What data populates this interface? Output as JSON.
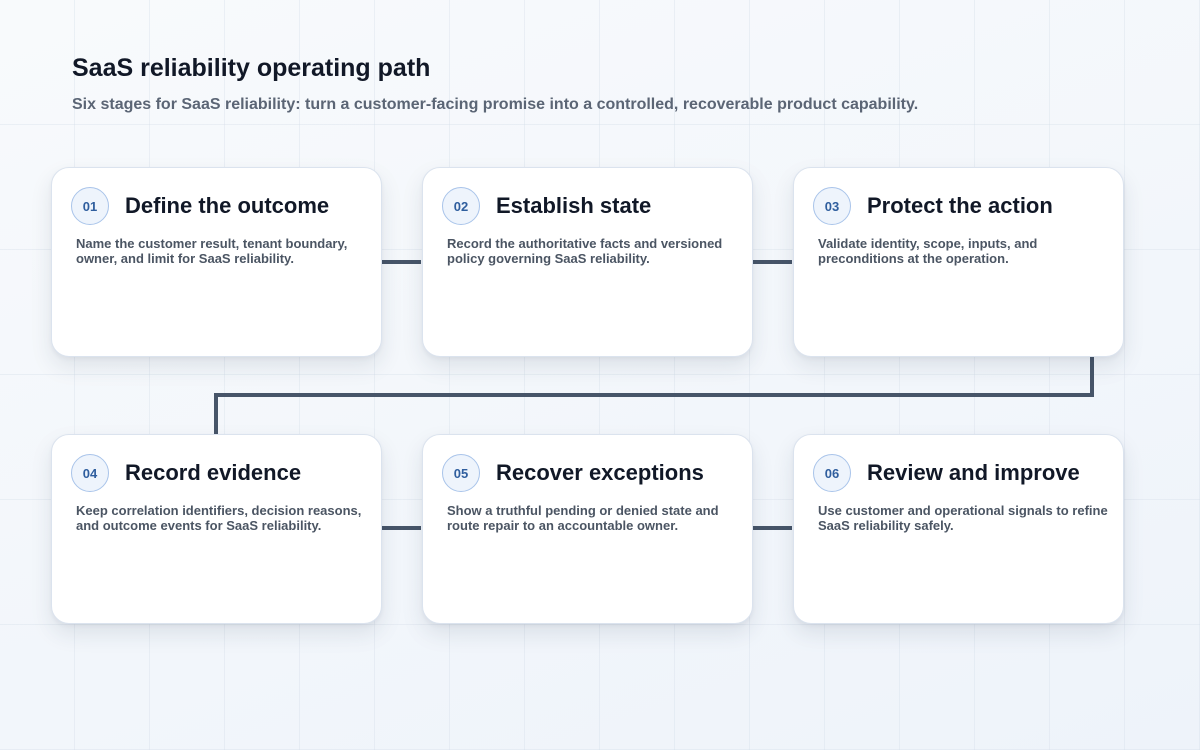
{
  "header": {
    "title": "SaaS reliability operating path",
    "subtitle": "Six stages for SaaS reliability: turn a customer-facing promise into a controlled, recoverable product capability."
  },
  "colors": {
    "connector": "#475569",
    "badge_border": "#a9c4ea",
    "badge_text": "#2f5e9e"
  },
  "stages": [
    {
      "number": "01",
      "title": "Define the outcome",
      "description": "Name the customer result, tenant boundary, owner, and limit for SaaS reliability."
    },
    {
      "number": "02",
      "title": "Establish state",
      "description": "Record the authoritative facts and versioned policy governing SaaS reliability."
    },
    {
      "number": "03",
      "title": "Protect the action",
      "description": "Validate identity, scope, inputs, and preconditions at the operation."
    },
    {
      "number": "04",
      "title": "Record evidence",
      "description": "Keep correlation identifiers, decision reasons, and outcome events for SaaS reliability."
    },
    {
      "number": "05",
      "title": "Recover exceptions",
      "description": "Show a truthful pending or denied state and route repair to an accountable owner."
    },
    {
      "number": "06",
      "title": "Review and improve",
      "description": "Use customer and operational signals to refine SaaS reliability safely."
    }
  ]
}
